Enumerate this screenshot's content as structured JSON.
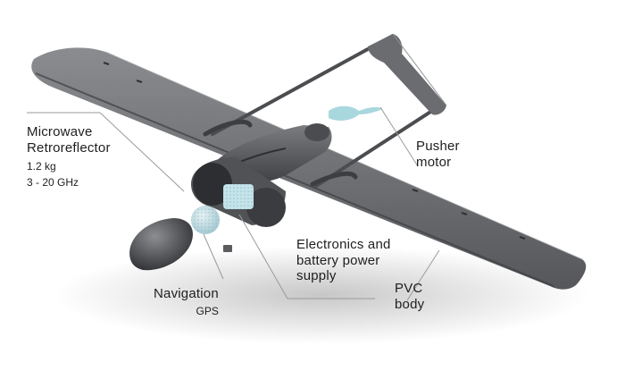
{
  "labels": {
    "microwave": {
      "title_line1": "Microwave",
      "title_line2": "Retroreflector",
      "weight": "1.2 kg",
      "frequency": "3 - 20 GHz"
    },
    "pusher": {
      "line1": "Pusher",
      "line2": "motor"
    },
    "electronics": {
      "line1": "Electronics and",
      "line2": "battery power",
      "line3": "supply"
    },
    "navigation": {
      "title": "Navigation",
      "sub": "GPS"
    },
    "pvc": {
      "line1": "PVC",
      "line2": "body"
    }
  },
  "colors": {
    "body": "#5b5d60",
    "wing_top": "#6d6f72",
    "wing_edge": "#3c3e41",
    "sensor": "#bfe0e8",
    "propeller": "#a9d7de",
    "leader": "#9a9a9a"
  }
}
